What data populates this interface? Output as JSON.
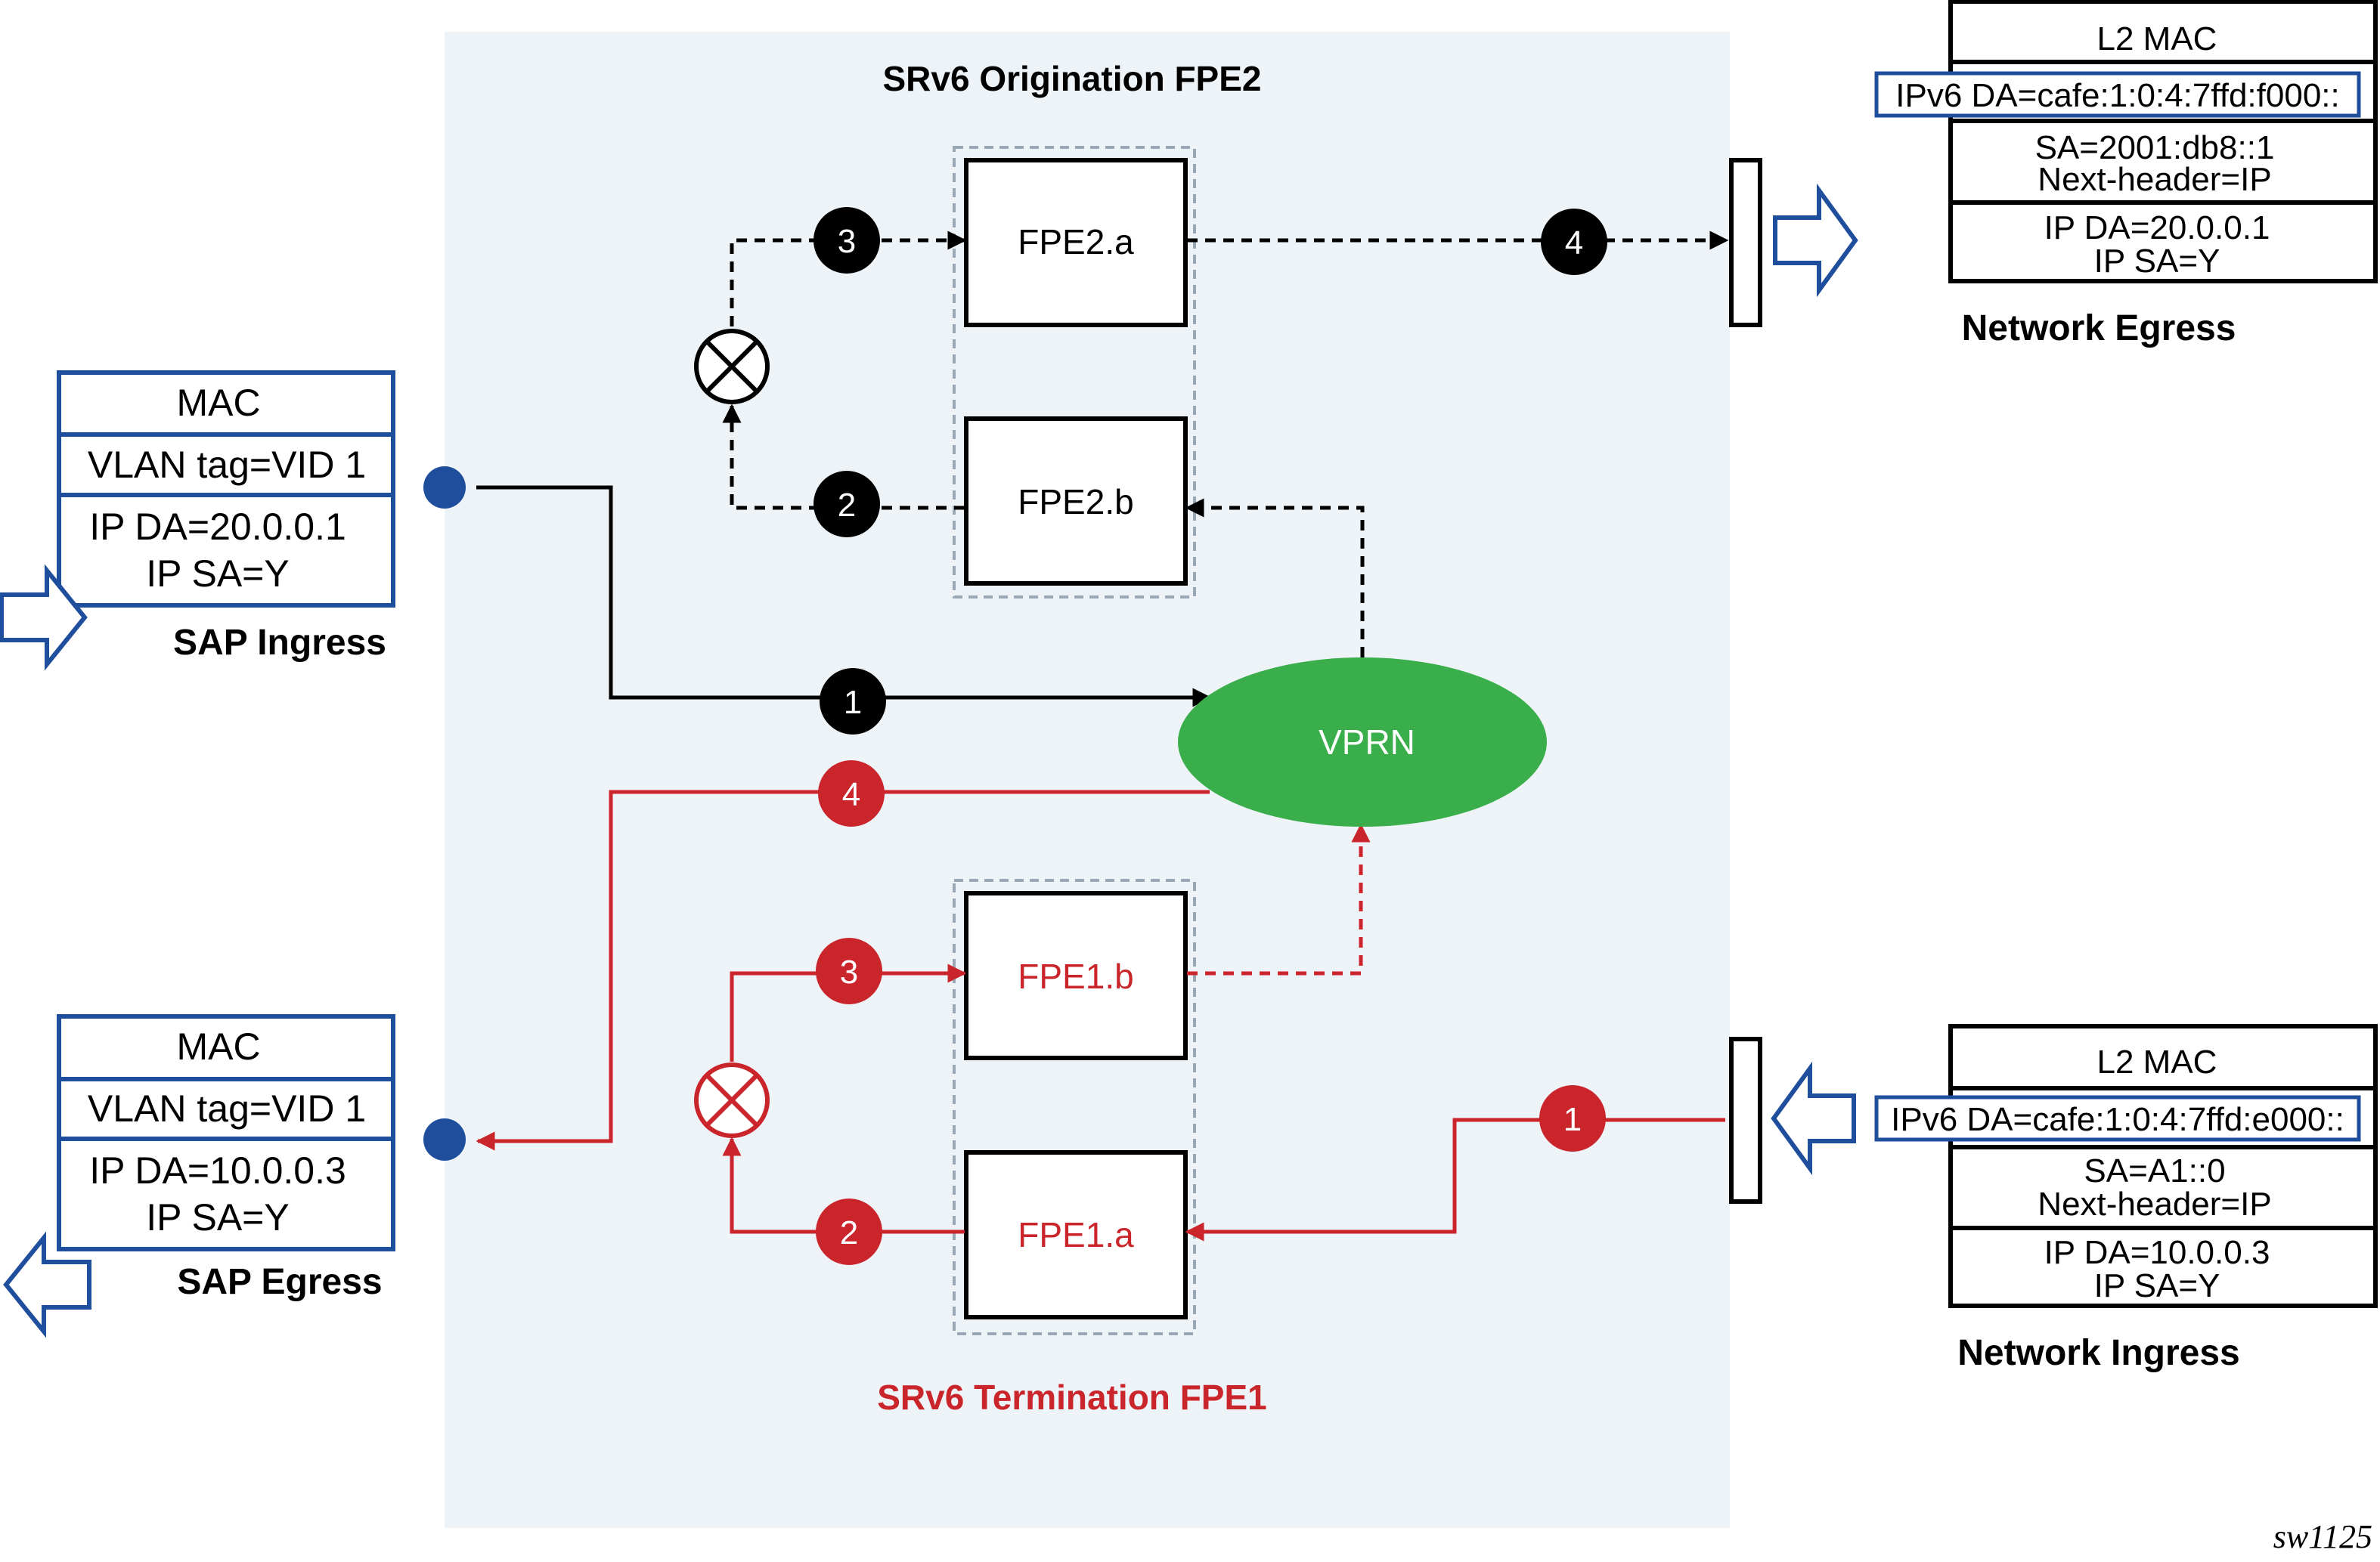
{
  "colors": {
    "panel": "#eef3f8",
    "black": "#000000",
    "red": "#c9252b",
    "blue": "#1f4e9c",
    "green": "#3aae4a",
    "gray": "#9aa7b4"
  },
  "panel": {
    "title_top": "SRv6 Origination FPE2",
    "title_bottom": "SRv6 Termination FPE1"
  },
  "boxes": {
    "fpe2a": "FPE2.a",
    "fpe2b": "FPE2.b",
    "fpe1b": "FPE1.b",
    "fpe1a": "FPE1.a"
  },
  "vprn": "VPRN",
  "steps": {
    "black": [
      "1",
      "2",
      "3",
      "4"
    ],
    "red": [
      "1",
      "2",
      "3",
      "4"
    ]
  },
  "sap_ingress": {
    "rows": [
      "MAC",
      "VLAN tag=VID 1",
      "IP DA=20.0.0.1",
      "IP SA=Y"
    ],
    "label": "SAP Ingress"
  },
  "sap_egress": {
    "rows": [
      "MAC",
      "VLAN tag=VID 1",
      "IP DA=10.0.0.3",
      "IP SA=Y"
    ],
    "label": "SAP Egress"
  },
  "network_egress": {
    "rows": [
      "L2 MAC",
      "IPv6 DA=cafe:1:0:4:7ffd:f000::",
      "SA=2001:db8::1",
      "Next-header=IP",
      "IP DA=20.0.0.1",
      "IP SA=Y"
    ],
    "label": "Network Egress"
  },
  "network_ingress": {
    "rows": [
      "L2 MAC",
      "IPv6 DA=cafe:1:0:4:7ffd:e000::",
      "SA=A1::0",
      "Next-header=IP",
      "IP DA=10.0.0.3",
      "IP SA=Y"
    ],
    "label": "Network Ingress"
  },
  "figure_id": "sw1125"
}
